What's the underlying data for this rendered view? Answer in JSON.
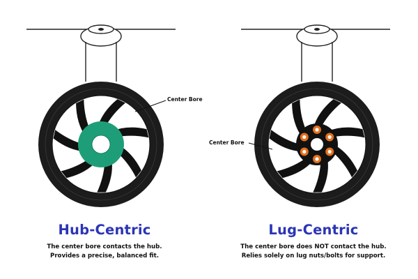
{
  "colors": {
    "tire": "#1c1c1c",
    "spokes": "#111111",
    "rim_face": "#ffffff",
    "hub_ring": "#1e9e78",
    "lug_nut": "#e3701c",
    "title": "#2b35b5",
    "text": "#111111"
  },
  "hub_centric": {
    "callout": "Center Bore",
    "title": "Hub-Centric",
    "desc_line1": "The center bore contacts the hub.",
    "desc_line2": "Provides a precise, balanced fit."
  },
  "lug_centric": {
    "callout": "Center Bore",
    "title": "Lug-Centric",
    "desc_line1": "The center bore does NOT contact the hub.",
    "desc_line2": "Relies solely on lug nuts/bolts for support."
  }
}
